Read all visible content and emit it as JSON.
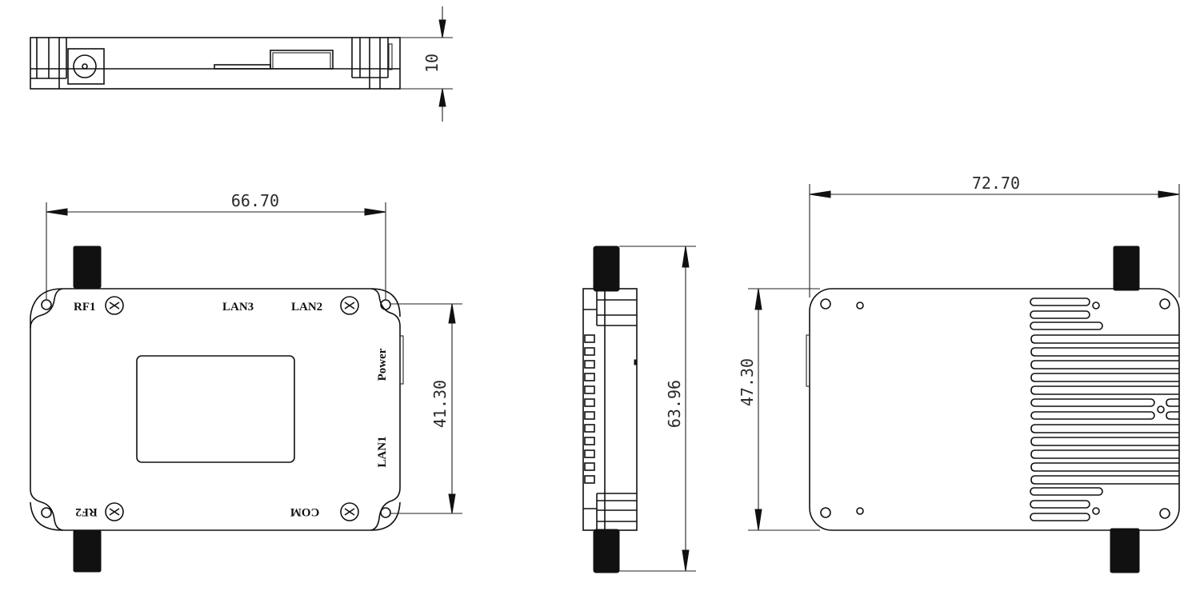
{
  "drawing": {
    "type": "mechanical-dimension-drawing",
    "units": "mm",
    "views": {
      "top_edge_view": {
        "height_dimension": "10"
      },
      "front_view": {
        "width_dimension": "66.70",
        "hole_spacing_dimension": "41.30",
        "port_labels": {
          "rf1": "RF1",
          "rf2": "RF2",
          "lan1": "LAN1",
          "lan2": "LAN2",
          "lan3": "LAN3",
          "power": "Power",
          "com": "COM"
        }
      },
      "side_view": {
        "overall_length_dimension": "63.96"
      },
      "rear_view": {
        "width_dimension": "72.70",
        "height_dimension": "47.30"
      }
    },
    "colors": {
      "line": "#111111",
      "dimension_text": "#2a2a2a",
      "background": "#ffffff"
    }
  }
}
